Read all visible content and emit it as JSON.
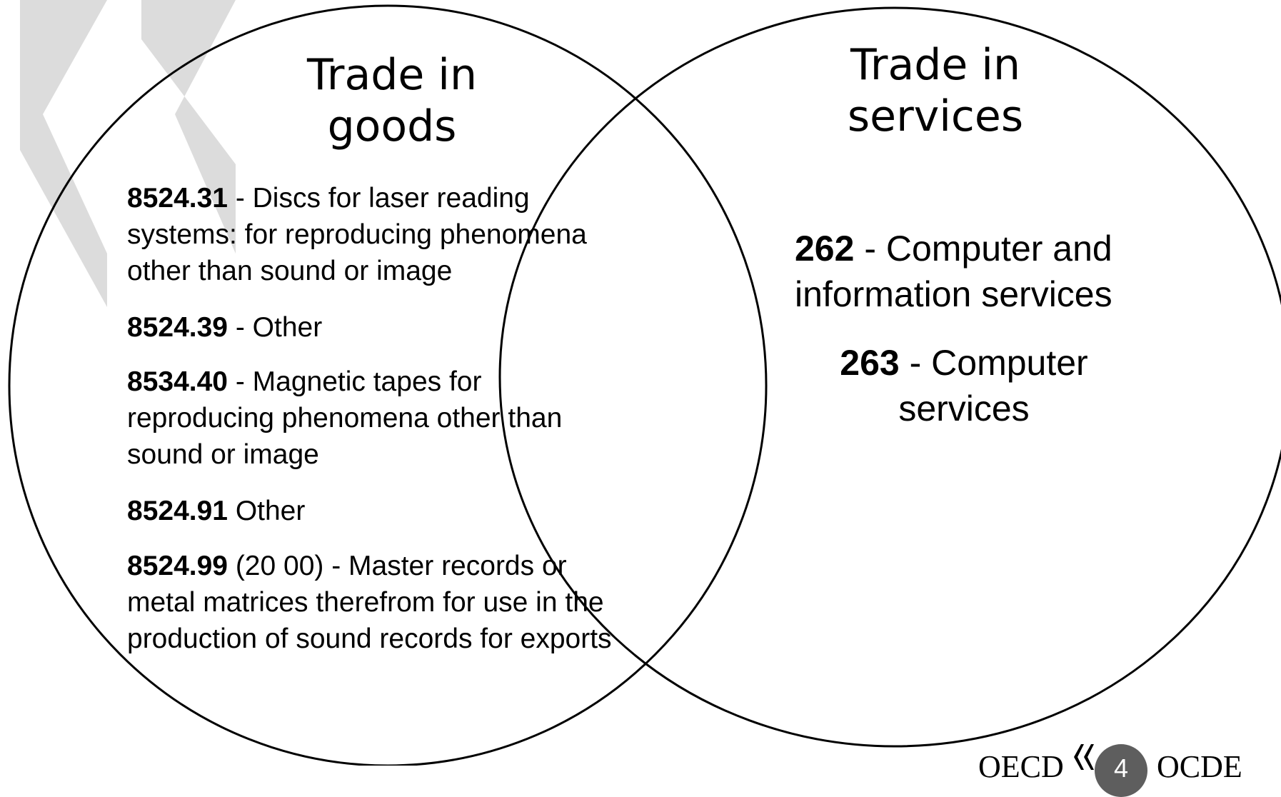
{
  "goods": {
    "heading": [
      "Trade in",
      "goods"
    ],
    "entries": [
      {
        "code": "8524.31",
        "lines": [
          " - Discs for laser reading",
          "systems: for reproducing phenomena",
          "other than sound or image"
        ]
      },
      {
        "code": "8524.39",
        "lines": [
          " - Other"
        ]
      },
      {
        "code": "8534.40",
        "lines": [
          " - Magnetic tapes for",
          "reproducing phenomena other than",
          "sound or image"
        ]
      },
      {
        "code": "8524.91",
        "lines": [
          " Other"
        ]
      },
      {
        "code": "8524.99",
        "lines": [
          " (20 00) - Master records or",
          "metal matrices therefrom for use in the",
          "production of sound records for exports"
        ]
      }
    ]
  },
  "services": {
    "heading": [
      "Trade in",
      "services"
    ],
    "entries": [
      {
        "code": "262",
        "lines": [
          " - Computer and",
          "information services"
        ]
      },
      {
        "code": "263",
        "lines": [
          " - Computer",
          "services"
        ]
      }
    ]
  },
  "footer": {
    "left": "OECD",
    "page": "4",
    "right": "OCDE"
  },
  "colors": {
    "watermark": "#dcdcdc",
    "outline": "#000000",
    "badge": "#5e5e5e"
  }
}
